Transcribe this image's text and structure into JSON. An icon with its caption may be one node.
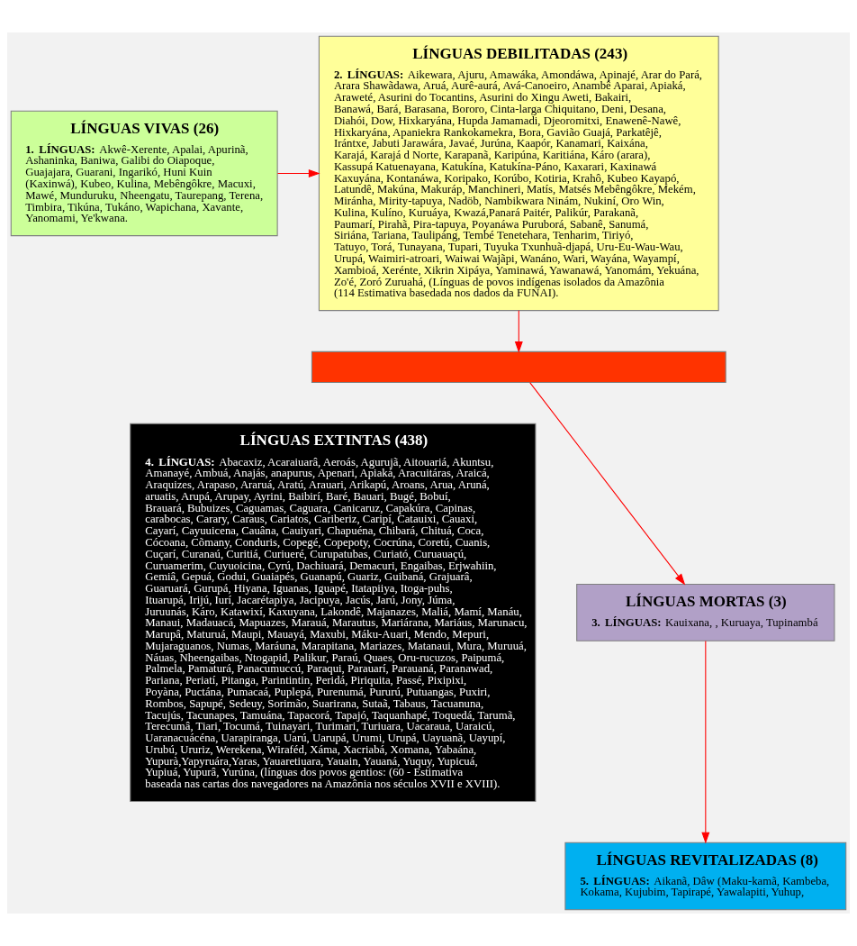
{
  "diagram": {
    "nodes": [
      {
        "text": [
          "LÍNGUAS VIVAS (26)",
          "**1. LÍNGUAS:** Akwê-Xerente, Apalai, Apurinã, Ashaninka, Baniwa, Galibi do Oiapoque, Guajajara, Guarani, Ingarikó, Huni Kuin (Kaxinwá), Kubeo, Kulina, Mebêngôkre, Macuxi, Mawé, Munduruku, Nheengatu, Taurepang, Terena, Timbira, Tikúna, Tukáno, Wapichana, Xavante, Yanomami, Ye'kwana."
        ]
      },
      {
        "text": [
          "LÍNGUAS DEBILITADAS (243)",
          "**2. LÍNGUAS:** Aikewara, Ajuru, Amawáka, Amondáwa, Apinajé, Arar do Pará, Arara Shawãdawa, Aruá, Aurê-aurá, Avá-Canoeiro, Anambê Aparai, Apiaká, Araweté, Asurini do Tocantins, Asurini do Xingu Aweti, Bakairi, Banawá, Bará, Barasana, Bororo, Cinta-larga Chiquitano, Deni, Desana, Diahói, Dow, Hixkaryána, Hupda Jamamadi, Djeoromitxi, Enawenê-Nawê, Hixkaryána, Apaniekra Rankokamekra, Bora, Gavião Guajá, Parkatêjê, Irántxe, Jabuti Jarawára, Javaé, Jurúna, Kaapór, Kanamari, Kaixána, Karajá, Karajá d Norte, Karapanã, Karipúna, Karitiána, Káro (arara), Kassupá Katuenayana, Katukína, Katukína-Páno, Kaxarari, Kaxinawá Kaxuyána, Kontanáwa, Koripako, Korúbo, Kotiria, Krahô, Kubeo Kayapó, Latundê, Makúna, Makuráp, Manchineri, Matís, Matsés Mebêngôkre, Mekém, Miránha, Mirity-tapuya, Nadöb, Nambikwara Ninám, Nukiní, Oro Win, Kulina, Kulíno, Kuruáya, Kwazá,Panará Paitér, Palikúr, Parakanã, Paumarí, Pirahã, Pira-tapuya, Poyanáwa Puruborá, Sabanê, Sanumá, Siriána, Tariana, Taulipáng, Tembé Tenetehara, Tenharim, Tiriyó, Tatuyo, Torá, Tunayana, Tupari, Tuyuka Txunhuã-djapá, Uru-Eu-Wau-Wau, Urupá, Waimiri-atroari, Waiwai Wajãpi, Wanáno, Wari, Wayána, Wayampí, Xambioá, Xerénte, Xikrin Xipáya, Yaminawá, Yawanawá, Yanomám, Yekuána, Zo'é, Zoró Zuruahá, (Línguas de povos indígenas isolados da Amazônia (114 Estimativa basedada nos dados da FUNAI)."
        ]
      },
      {
        "text": [],
        "shape": "bar"
      },
      {
        "text": [
          "LÍNGUAS EXTINTAS (438)",
          "**4. LÍNGUAS:** Abacaxiz, Acaraiuarâ, Aeroás, Agurujã, Aitouariá, Akuntsu, Amanayé, Ambuá, Anajás, anapurus, Apenari, Apiaká, Aracuitáras, Araicá, Araquizes, Arapaso, Araruá, Aratú, Arauari, Arikapú, Aroans, Arua, Aruná, aruatis, Arupá, Arupay, Ayrini, Baibirí, Baré, Bauari, Bugé, Bobuí, Brauará, Bubuizes, Caguamas, Caguara, Canicaruz, Capakúra, Capinas, carabocas, Carary, Caraus, Cariatos, Cariberiz, Caripí, Catauixi, Cauaxi, Cayarí, Cayuuicena, Cauâna, Cauiyari, Chapuéna, Chibará, Chituá, Coca, Cócoana, Cõmany, Conduris, Copegé, Copepoty, Cocrúna, Coretú, Cuanis, Cuçarí, Curanaú, Curitiá, Curiueré, Curupatubas, Curiató, Curuauaçú, Curuamerim, Cuyuoicina, Cyrú, Dachiuará, Demacuri, Engaibas, Erjwahiin, Gemiâ, Gepuá, Godui, Guaiapés, Guanapú, Guariz, Guibaná, Grajuarâ, Guaruará, Gurupá, Hiyana, Iguanas, Iguapé, Itatapiiya, Itoga-puhs, Ituarupá, Irijú, Iurí, Jacarétapiya, Jacipuya, Jacús, Jarú, Jony, Júma, Juruunás, Káro, Katawixí, Kaxuyana, Lakondê, Majanazes, Maliá, Mamí, Manáu, Manaui, Madauacá, Mapuazes, Marauá, Marautus, Mariárana, Mariáus, Marunacu, Marupâ, Maturuá, Maupi, Mauayá, Maxubi, Máku-Auari, Mendo, Mepuri, Mujaraguanos, Numas, Maráuna, Marapitana, Mariazes, Matanaui, Mura, Muruuá, Náuas, Nheengaibas, Ntogapid, Palikur, Paraú, Quaes, Oru-rucuzos, Paipumá, Palmela, Pamaturá, Panacumuccú, Paraqui, Parauarí, Parauaná, Paranawad, Pariana, Periatí, Pitanga, Parintintin, Peridá, Piriquita, Passé, Pixipixi, Poyàna, Puctána, Pumacaá, Puplepá, Purenumá, Pururú, Putuangas, Puxiri, Rombos, Sapupé, Sedeuy, Sorimão, Suarirana, Sutaã, Tabaus, Tacuanuna, Tacujús, Tacunapes, Tamuána, Tapacorá, Tapajó, Taquanhapé, Toquedá, Tarumã, Terecumâ, Tiari, Tocumá, Tuinayari, Turimari, Turiuara, Uacaraua, Uaraicú, Uaranacuácéna, Uarapiranga, Uarú, Uarupá, Urumi, Urupá, Uayuanã, Uayupí, Urubú, Ururiz, Werekena, Wiraféd, Xáma, Xacriabá, Xomana, Yabaána, Yupurà,Yapyruára,Yaras, Yauaretiuara, Yauain, Yauaná, Yuquy, Yupicuá, Yupiuá, Yupurâ, Yurúna, (línguas dos povos gentios: (60 - Estimativa baseada nas cartas dos navegadores na Amazônia nos séculos XVII e XVIII)."
        ]
      },
      {
        "text": [
          "LÍNGUAS MORTAS (3)",
          "**3. LÍNGUAS:** Kauixana, , Kuruaya, Tupinambá"
        ]
      },
      {
        "text": [
          "LÍNGUAS REVITALIZADAS (8)",
          "**5. LÍNGUAS:** Aikanã, Dâw (Maku-kamã, Kambeba, Kokama, Kujubim, Tapirapé, Yawalapiti, Yuhup,"
        ]
      }
    ],
    "edges": [
      {
        "from": 0,
        "to": 1,
        "arrow": "to"
      },
      {
        "from": 1,
        "to": 2,
        "arrow": "to"
      },
      {
        "from": 2,
        "to": 4,
        "arrow": "to"
      },
      {
        "from": 4,
        "to": 5,
        "arrow": "to"
      }
    ]
  }
}
